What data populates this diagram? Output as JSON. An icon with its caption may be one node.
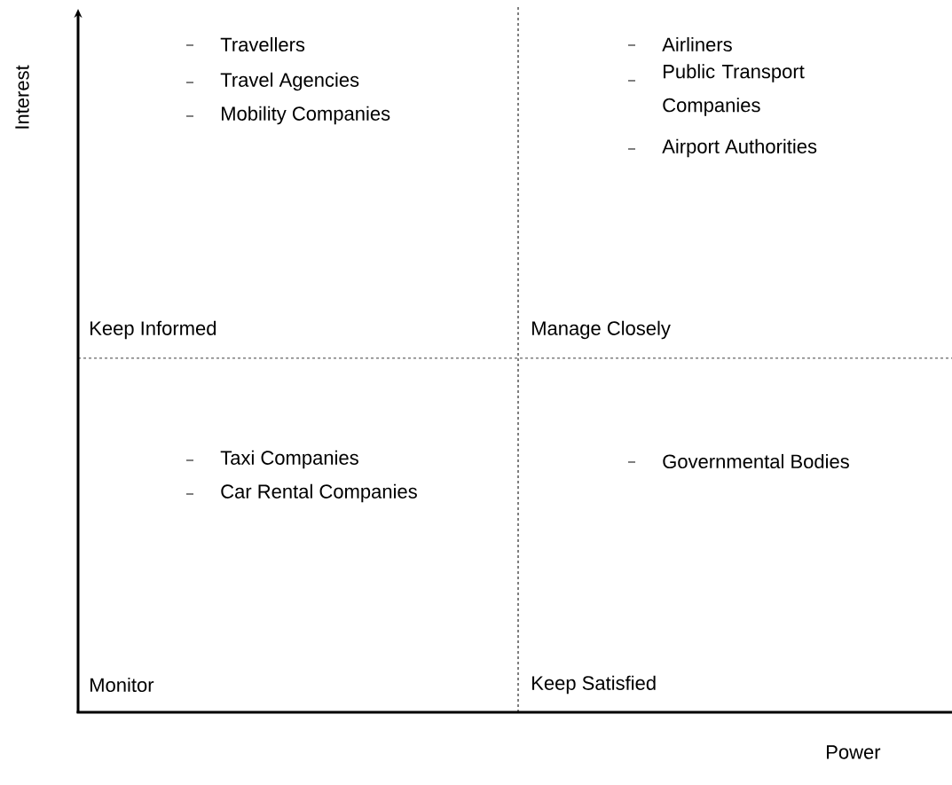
{
  "diagram": {
    "labels": [
      "Interest",
      "Travellers",
      "Travel Agencies",
      "Mobility Companies",
      "Airliners",
      "Public Transport Companies",
      "Airport Authorities",
      "Keep Informed",
      "Manage Closely",
      "Taxi Companies",
      "Car Rental Companies",
      "Governmental Bodies",
      "Monitor",
      "Keep Satisfied",
      "Power"
    ]
  }
}
